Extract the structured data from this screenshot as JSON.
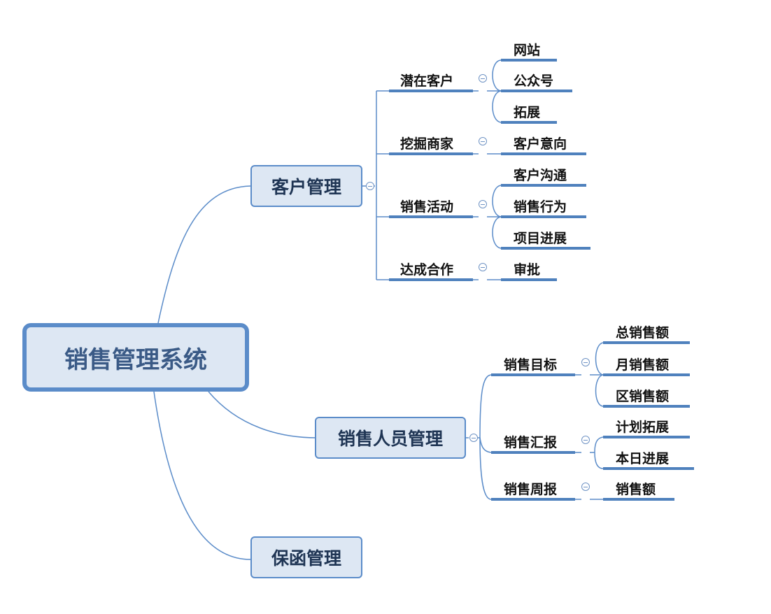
{
  "root": {
    "label": "销售管理系统"
  },
  "branches": [
    {
      "label": "客户管理",
      "children": [
        {
          "label": "潜在客户",
          "children": [
            "网站",
            "公众号",
            "拓展"
          ]
        },
        {
          "label": "挖掘商家",
          "children": [
            "客户意向"
          ]
        },
        {
          "label": "销售活动",
          "children": [
            "客户沟通",
            "销售行为",
            "项目进展"
          ]
        },
        {
          "label": "达成合作",
          "children": [
            "审批"
          ]
        }
      ]
    },
    {
      "label": "销售人员管理",
      "children": [
        {
          "label": "销售目标",
          "children": [
            "总销售额",
            "月销售额",
            "区销售额"
          ]
        },
        {
          "label": "销售汇报",
          "children": [
            "计划拓展",
            "本日进展"
          ]
        },
        {
          "label": "销售周报",
          "children": [
            "销售额"
          ]
        }
      ]
    },
    {
      "label": "保函管理",
      "children": []
    }
  ],
  "colors": {
    "line": "#5b8cc9",
    "underline": "#4f81bd",
    "node_fill": "#dde7f3",
    "node_border": "#5b8cc9"
  }
}
